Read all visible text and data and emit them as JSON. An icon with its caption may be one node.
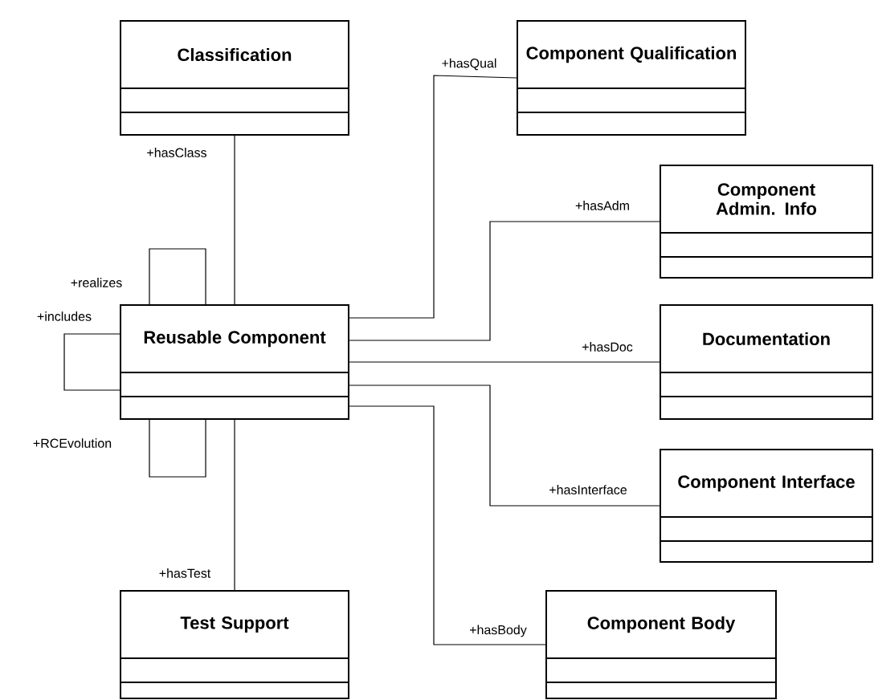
{
  "diagram": {
    "nodes": [
      {
        "text": [
          "Classification"
        ]
      },
      {
        "text": [
          "Component Qualification"
        ]
      },
      {
        "text": [
          "Component Admin. Info"
        ]
      },
      {
        "text": [
          "Reusable Component"
        ]
      },
      {
        "text": [
          "Documentation"
        ]
      },
      {
        "text": [
          "Component Interface"
        ]
      },
      {
        "text": [
          "Test Support"
        ]
      },
      {
        "text": [
          "Component Body"
        ]
      }
    ],
    "edges": [
      {
        "from": 3,
        "to": 0,
        "arrow": "none",
        "label": "+hasClass"
      },
      {
        "from": 3,
        "to": 1,
        "arrow": "none",
        "label": "+hasQual"
      },
      {
        "from": 3,
        "to": 2,
        "arrow": "none",
        "label": "+hasAdm"
      },
      {
        "from": 3,
        "to": 4,
        "arrow": "none",
        "label": "+hasDoc"
      },
      {
        "from": 3,
        "to": 5,
        "arrow": "none",
        "label": "+hasInterface"
      },
      {
        "from": 3,
        "to": 7,
        "arrow": "none",
        "label": "+hasBody"
      },
      {
        "from": 3,
        "to": 6,
        "arrow": "none",
        "label": "+hasTest"
      },
      {
        "from": 3,
        "to": 3,
        "arrow": "none",
        "label": "+realizes"
      },
      {
        "from": 3,
        "to": 3,
        "arrow": "none",
        "label": "+includes"
      },
      {
        "from": 3,
        "to": 3,
        "arrow": "none",
        "label": "+RCEvolution"
      }
    ]
  }
}
